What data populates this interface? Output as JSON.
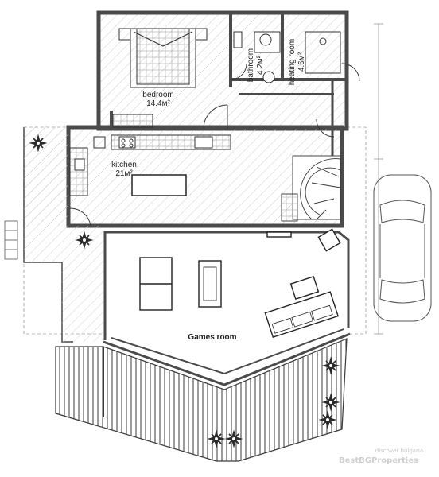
{
  "rooms": {
    "bedroom": {
      "name": "bedroom",
      "area": "14.4м²"
    },
    "bathroom": {
      "name": "bathroom",
      "area": "4.2м²"
    },
    "heating": {
      "name": "heating room",
      "area": "4.6м²"
    },
    "kitchen": {
      "name": "kitchen",
      "area": "21м²"
    },
    "games": {
      "name": "Games room"
    }
  },
  "watermark": {
    "line1": "discover bulgaria",
    "line2": "BestBGProperties"
  },
  "colors": {
    "wall": "#4a4a4a",
    "line": "#555555",
    "hatch": "#cfcfcf",
    "deck": "#3a3a3a",
    "plant": "#2b2b2b"
  },
  "icons": {
    "plant": "plant-icon",
    "car": "car-icon",
    "stairs": "spiral-stairs-icon"
  }
}
